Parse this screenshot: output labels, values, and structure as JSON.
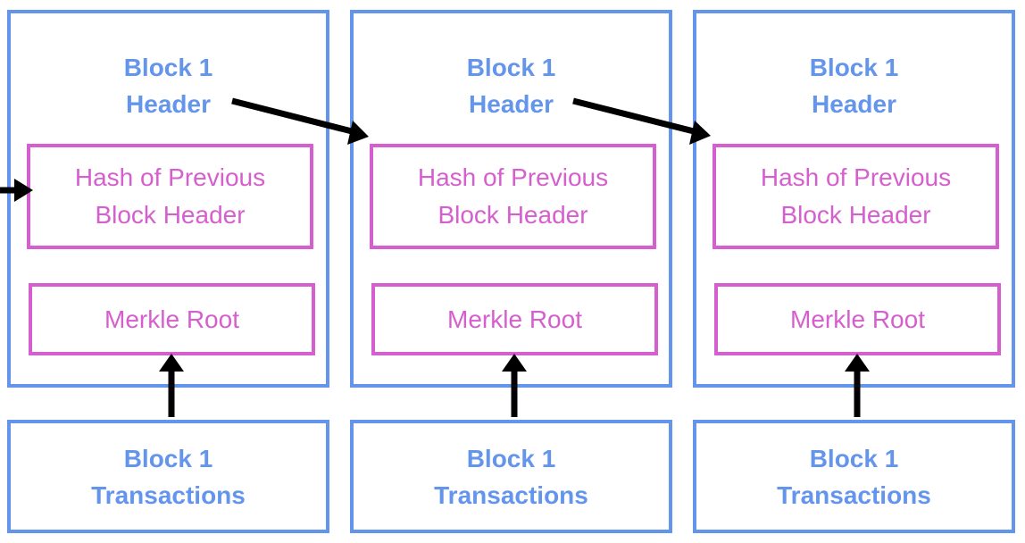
{
  "colors": {
    "header_border": "#6495ED",
    "inner_border": "#D55FCF",
    "arrow": "#000000"
  },
  "blocks": [
    {
      "header_line1": "Block 1",
      "header_line2": "Header",
      "hash_line1": "Hash of Previous",
      "hash_line2": "Block Header",
      "merkle": "Merkle Root",
      "tx_line1": "Block 1",
      "tx_line2": "Transactions"
    },
    {
      "header_line1": "Block 1",
      "header_line2": "Header",
      "hash_line1": "Hash of Previous",
      "hash_line2": "Block Header",
      "merkle": "Merkle Root",
      "tx_line1": "Block 1",
      "tx_line2": "Transactions"
    },
    {
      "header_line1": "Block 1",
      "header_line2": "Header",
      "hash_line1": "Hash of Previous",
      "hash_line2": "Block Header",
      "merkle": "Merkle Root",
      "tx_line1": "Block 1",
      "tx_line2": "Transactions"
    }
  ]
}
